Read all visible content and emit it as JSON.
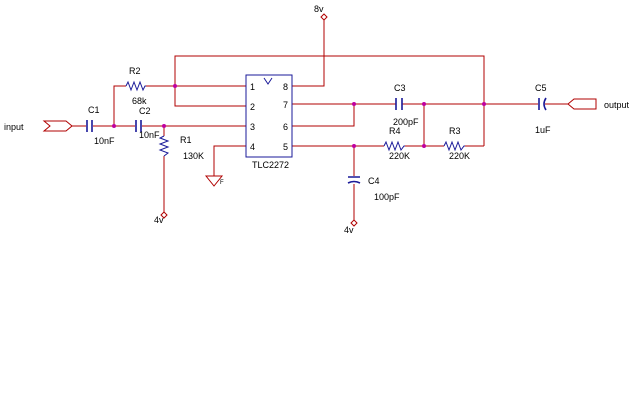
{
  "power": {
    "supply": "8v",
    "bias_r1": "4v",
    "bias_c4": "4v"
  },
  "ports": {
    "input": "input",
    "output": "output"
  },
  "ic": {
    "name": "TLC2272",
    "pins": [
      "1",
      "2",
      "3",
      "4",
      "5",
      "6",
      "7",
      "8"
    ]
  },
  "components": {
    "C1": {
      "ref": "C1",
      "value": "10nF"
    },
    "C2": {
      "ref": "C2",
      "value": "10nF"
    },
    "R1": {
      "ref": "R1",
      "value": "130K"
    },
    "R2": {
      "ref": "R2",
      "value": "68k"
    },
    "C3": {
      "ref": "C3",
      "value": "200pF"
    },
    "R4": {
      "ref": "R4",
      "value": "220K"
    },
    "R3": {
      "ref": "R3",
      "value": "220K"
    },
    "C4": {
      "ref": "C4",
      "value": "100pF"
    },
    "C5": {
      "ref": "C5",
      "value": "1uF"
    }
  },
  "colors": {
    "wire": "#b00000",
    "device": "#1a1a99",
    "junction": "#c000a0"
  }
}
